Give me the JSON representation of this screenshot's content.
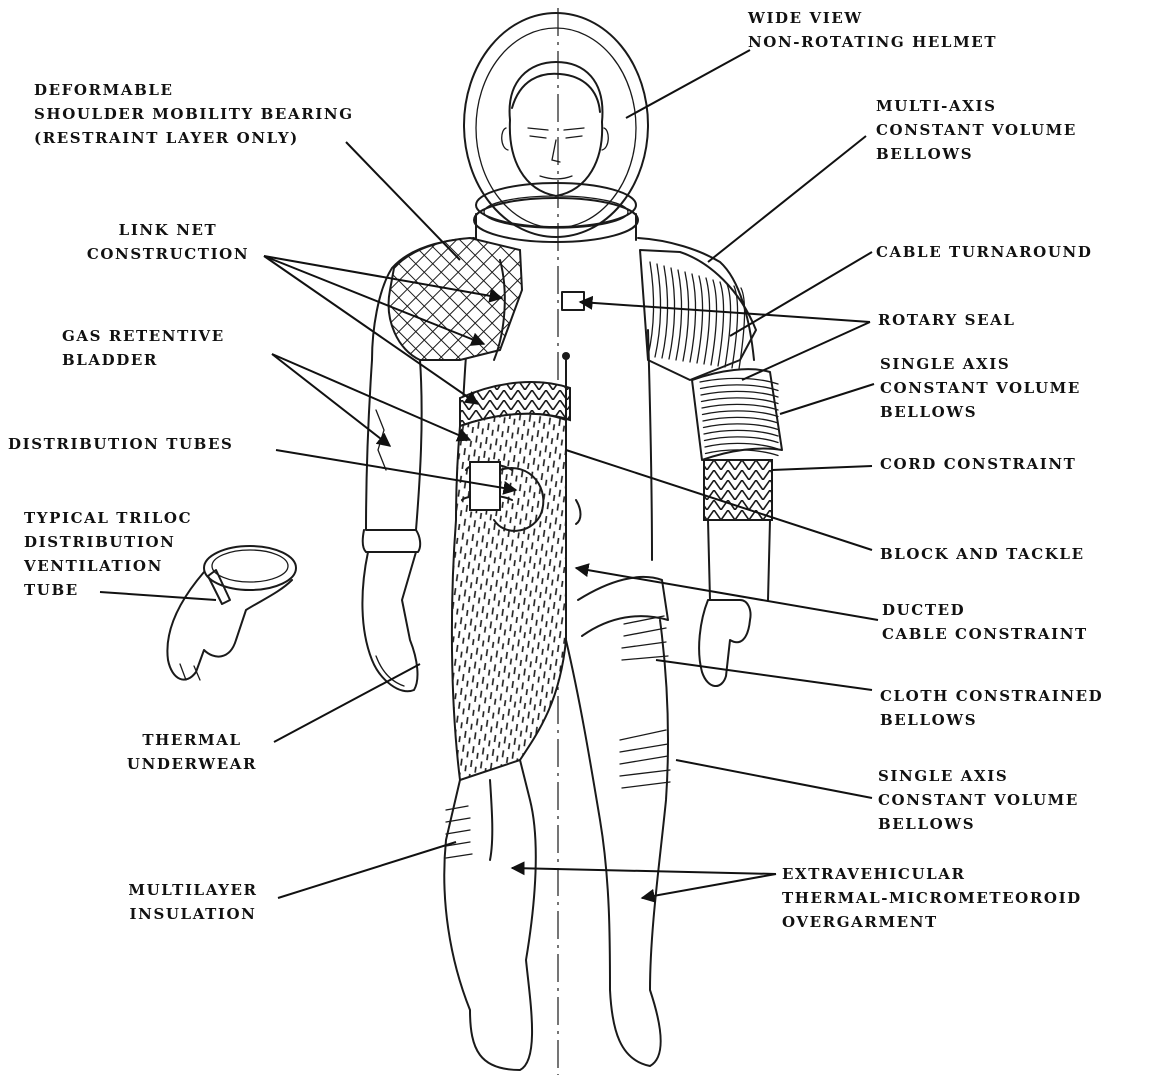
{
  "labels": {
    "helmet": [
      "WIDE VIEW",
      "NON-ROTATING HELMET"
    ],
    "shoulder_bearing": [
      "DEFORMABLE",
      "SHOULDER MOBILITY BEARING",
      "(RESTRAINT LAYER ONLY)"
    ],
    "link_net": [
      "LINK NET",
      "CONSTRUCTION"
    ],
    "gas_bladder": [
      "GAS RETENTIVE",
      "BLADDER"
    ],
    "distribution_tubes": [
      "DISTRIBUTION TUBES"
    ],
    "triloc_tube": [
      "TYPICAL TRILOC",
      "DISTRIBUTION",
      "VENTILATION",
      "TUBE"
    ],
    "thermal_underwear": [
      "THERMAL",
      "UNDERWEAR"
    ],
    "multilayer_insulation": [
      "MULTILAYER",
      "INSULATION"
    ],
    "multi_axis_bellows": [
      "MULTI-AXIS",
      "CONSTANT VOLUME",
      "BELLOWS"
    ],
    "cable_turnaround": [
      "CABLE TURNAROUND"
    ],
    "rotary_seal": [
      "ROTARY SEAL"
    ],
    "single_axis_bellows_arm": [
      "SINGLE AXIS",
      "CONSTANT VOLUME",
      "BELLOWS"
    ],
    "cord_constraint": [
      "CORD CONSTRAINT"
    ],
    "block_and_tackle": [
      "BLOCK AND TACKLE"
    ],
    "ducted_cable": [
      "DUCTED",
      "CABLE CONSTRAINT"
    ],
    "cloth_bellows": [
      "CLOTH CONSTRAINED",
      "BELLOWS"
    ],
    "single_axis_bellows_leg": [
      "SINGLE AXIS",
      "CONSTANT VOLUME",
      "BELLOWS"
    ],
    "overgarment": [
      "EXTRAVEHICULAR",
      "THERMAL-MICROMETEOROID",
      "OVERGARMENT"
    ]
  }
}
